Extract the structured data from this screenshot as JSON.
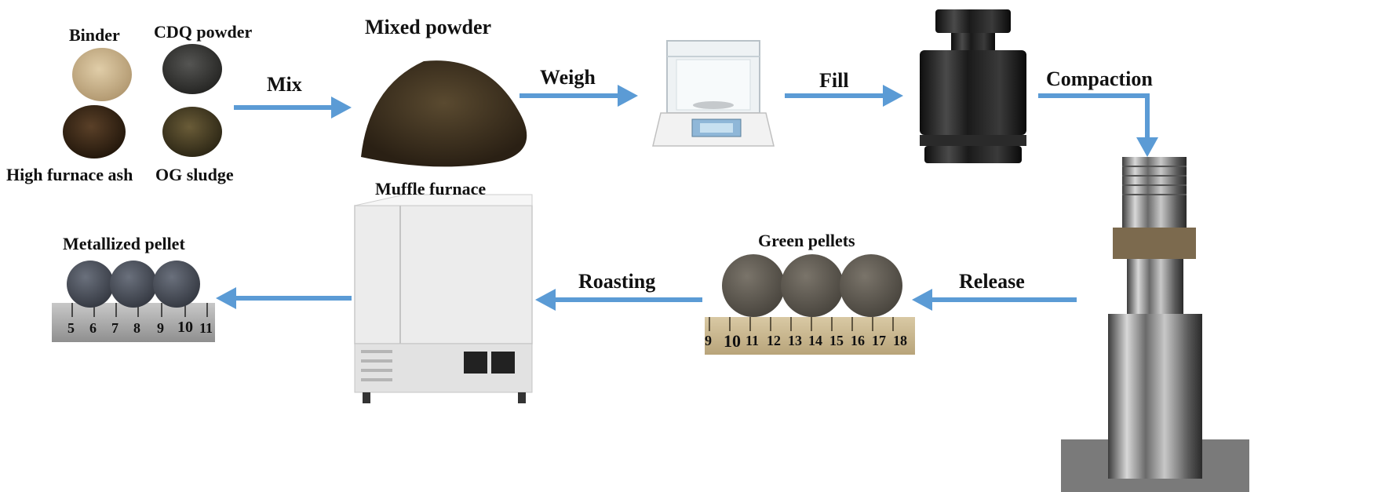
{
  "figure": {
    "materials": {
      "binder": "Binder",
      "cdq_powder": "CDQ powder",
      "high_furnace_ash": "High furnace ash",
      "og_sludge": "OG sludge"
    },
    "steps": {
      "mix": "Mix",
      "weigh": "Weigh",
      "fill": "Fill",
      "compaction": "Compaction",
      "release": "Release",
      "roasting": "Roasting"
    },
    "products": {
      "mixed_powder": "Mixed powder",
      "muffle_furnace": "Muffle furnace",
      "green_pellets": "Green pellets",
      "metallized_pellet": "Metallized pellet"
    },
    "ruler_green": [
      "9",
      "10",
      "11",
      "12",
      "13",
      "14",
      "15",
      "16",
      "17",
      "18"
    ],
    "ruler_metal": [
      "5",
      "6",
      "7",
      "8",
      "9",
      "10",
      "11"
    ],
    "colors": {
      "arrow": "#5b9bd5",
      "binder": "#c9b28c",
      "cdq": "#3a3a38",
      "ash": "#3b2a1a",
      "sludge": "#4a4026",
      "mixed": "#3e3020",
      "green_pellet": "#5f5a52",
      "metal_pellet": "#4b4f58"
    }
  }
}
